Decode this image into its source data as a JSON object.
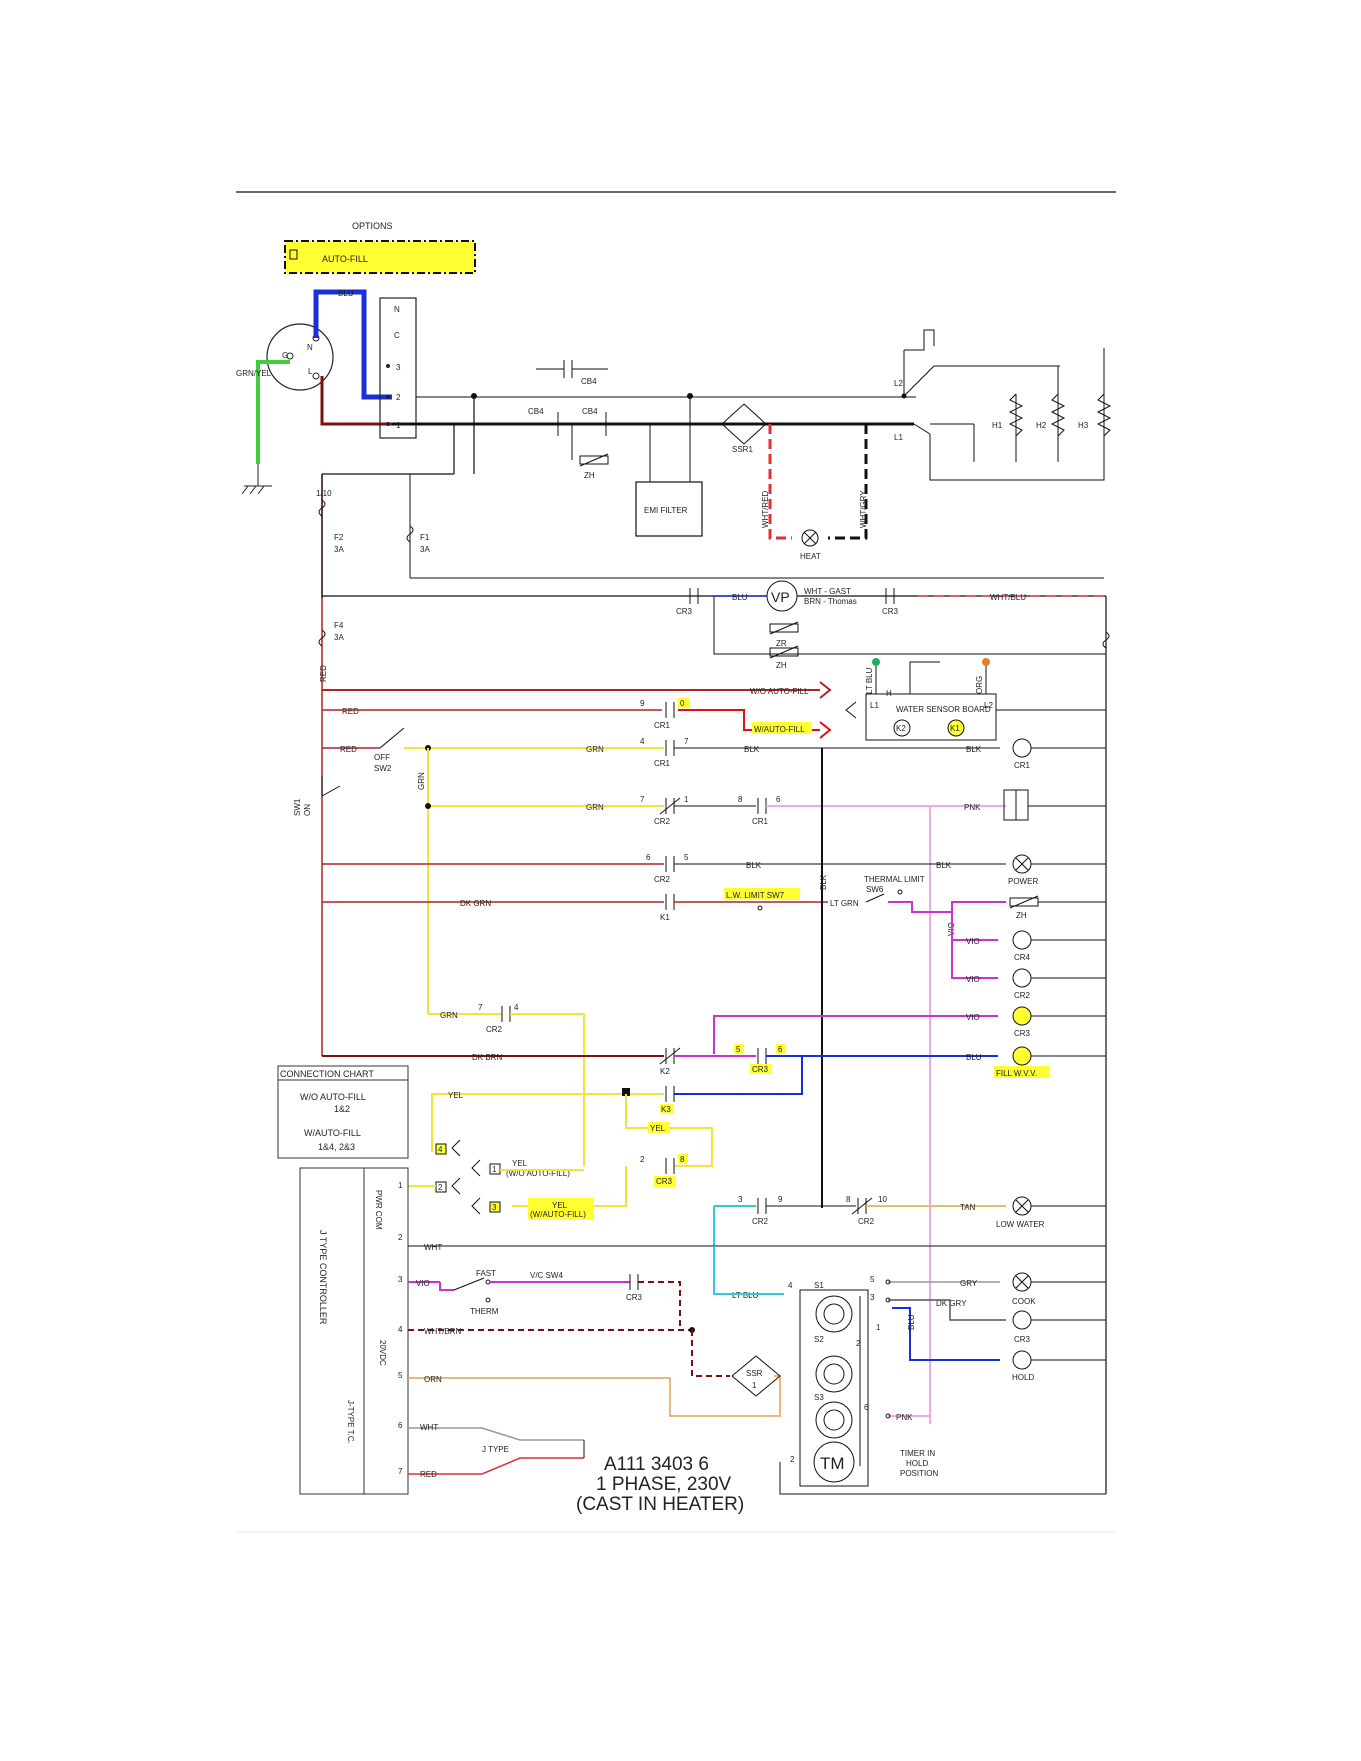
{
  "page": {
    "background": "#ffffff"
  },
  "colors": {
    "black": "#111111",
    "red": "#b22222",
    "darkred": "#7a1010",
    "blue": "#1a2fd6",
    "green": "#3ccf3c",
    "yellow": "#f2e23a",
    "violet": "#cc33cc",
    "pink": "#f0a8e8",
    "lightblue": "#33c8e0",
    "orange": "#e0a050",
    "gray": "#999999",
    "highlight": "#ffff33"
  },
  "header": {
    "options": "OPTIONS",
    "auto_fill": "AUTO-FILL"
  },
  "plug": {
    "pin_n": "N",
    "pin_l": "L",
    "pin_g": "G",
    "wire_blu": "BLU",
    "ground_wire": "GRN/YEL"
  },
  "terminal_block": {
    "t1": "N",
    "t2": "C",
    "t3": "3",
    "t4": "2",
    "t5": "1"
  },
  "top": {
    "cb4a": "CB4",
    "cb4b": "CB4",
    "cb4c": "CB4",
    "zh": "ZH",
    "emi": "EMI FILTER",
    "ssr": "SSR1",
    "wht_red": "WHT/RED",
    "wht_gry": "WHT/GRY",
    "heat": "HEAT",
    "l1": "L1",
    "l2": "L2",
    "h1": "H1",
    "h2": "H2",
    "h3": "H3"
  },
  "fuses": {
    "f1b": "1/10",
    "f2": "F2",
    "f2a": "3A",
    "f1": "F1",
    "f1a": "3A",
    "f4": "F4",
    "f4a": "3A",
    "red": "RED"
  },
  "vp_row": {
    "cr3a": "CR3",
    "blu": "BLU",
    "vp": "VP",
    "wht_gast": "WHT - GAST",
    "brn_thomas": "BRN - Thomas",
    "cr3b": "CR3",
    "zr": "ZR",
    "zh": "ZH",
    "wht_blu": "WHT/BLU"
  },
  "autofill": {
    "wo_autofill": "W/O AUTO-FILL",
    "w_autofill": "W/AUTO-FILL",
    "red": "RED",
    "n9": "9",
    "n0": "0",
    "cr1": "CR1",
    "lt_blu": "LT BLU",
    "org": "ORG",
    "h": "H",
    "l1": "L1",
    "l2": "L2",
    "board": "WATER SENSOR BOARD",
    "k2": "K2",
    "k1": "K1"
  },
  "row1": {
    "red": "RED",
    "off": "OFF",
    "sw2": "SW2",
    "grn": "GRN",
    "n4": "4",
    "n7": "7",
    "cr1": "CR1",
    "blk": "BLK",
    "blk2": "BLK",
    "cr1_coil": "CR1",
    "grn_v": "GRN"
  },
  "row2": {
    "on": "ON",
    "sw1": "SW1",
    "grn": "GRN",
    "n7": "7",
    "n1": "1",
    "cr2": "CR2",
    "n8": "8",
    "n6": "6",
    "cr1": "CR1",
    "pnk": "PNK"
  },
  "row3": {
    "n6": "6",
    "n5": "5",
    "cr2": "CR2",
    "blk": "BLK",
    "blk2": "BLK",
    "power": "POWER"
  },
  "row4": {
    "dk_grn": "DK GRN",
    "k1": "K1",
    "lw_limit": "L.W. LIMIT SW7",
    "blk_v": "BLK",
    "lt_grn": "LT GRN",
    "thermal_limit": "THERMAL LIMIT",
    "sw6": "SW6",
    "zh": "ZH",
    "vio_v": "VIO"
  },
  "row5": {
    "vio": "VIO",
    "cr4": "CR4"
  },
  "row6": {
    "vio": "VIO",
    "cr2": "CR2"
  },
  "row7": {
    "grn": "GRN",
    "n7": "7",
    "n4": "4",
    "cr2": "CR2",
    "vio": "VIO",
    "cr3": "CR3"
  },
  "row8": {
    "dk_brn": "DK BRN",
    "k2": "K2",
    "n5": "5",
    "n6": "6",
    "cr3": "CR3",
    "blu": "BLU",
    "fill": "FILL W.V.V."
  },
  "row9": {
    "yel": "YEL",
    "k3": "K3",
    "yel2": "YEL",
    "n2": "2",
    "n8": "8",
    "cr3": "CR3"
  },
  "connection_chart": {
    "title": "CONNECTION CHART",
    "wo": "W/O AUTO-FILL",
    "wo_conn": "1&2",
    "w": "W/AUTO-FILL",
    "w_conn": "1&4, 2&3"
  },
  "connectors": {
    "c4": "4",
    "c1": "1",
    "c2": "2",
    "c3": "3",
    "yel_wo": "YEL",
    "yel_wo2": "(W/O AUTO-FILL)",
    "yel_w": "YEL",
    "yel_w2": "(W/AUTO-FILL)"
  },
  "controller": {
    "name": "J TYPE CONTROLLER",
    "pwr_com": "PWR COM",
    "vdc": "20VDC",
    "tc": "J-TYPE T.C.",
    "p1": "1",
    "p2": "2",
    "p3": "3",
    "p4": "4",
    "p5": "5",
    "p6": "6",
    "p7": "7"
  },
  "row10": {
    "n3": "3",
    "n9": "9",
    "cr2": "CR2",
    "n8": "8",
    "n10": "10",
    "cr2b": "CR2",
    "tan": "TAN",
    "low_water": "LOW WATER"
  },
  "row11": {
    "wht": "WHT"
  },
  "row12": {
    "vio": "VIO",
    "fast": "FAST",
    "therm": "THERM",
    "vc_sw4": "V/C SW4",
    "cr3": "CR3",
    "lt_blu": "LT BLU",
    "n4": "4",
    "s1": "S1",
    "n5": "5",
    "n3": "3",
    "gry": "GRY",
    "cook": "COOK"
  },
  "row13": {
    "wht_brn": "WHT/BRN",
    "dk_gry": "DK GRY",
    "cr3": "CR3",
    "blu_v": "BLU",
    "n1": "1",
    "n2": "2"
  },
  "row14": {
    "orn": "ORN",
    "ssr": "SSR",
    "ssr_n": "1",
    "s2": "S2",
    "hold": "HOLD"
  },
  "row15": {
    "wht": "WHT",
    "j_type": "J TYPE",
    "s3": "S3",
    "n6": "6",
    "pnk": "PNK"
  },
  "row16": {
    "red": "RED",
    "n2": "2",
    "tm": "TM",
    "timer": "TIMER IN",
    "hold": "HOLD",
    "position": "POSITION"
  },
  "title_block": {
    "line1": "A111 3403 6",
    "line2": "1 PHASE, 230V",
    "line3": "(CAST IN HEATER)"
  }
}
